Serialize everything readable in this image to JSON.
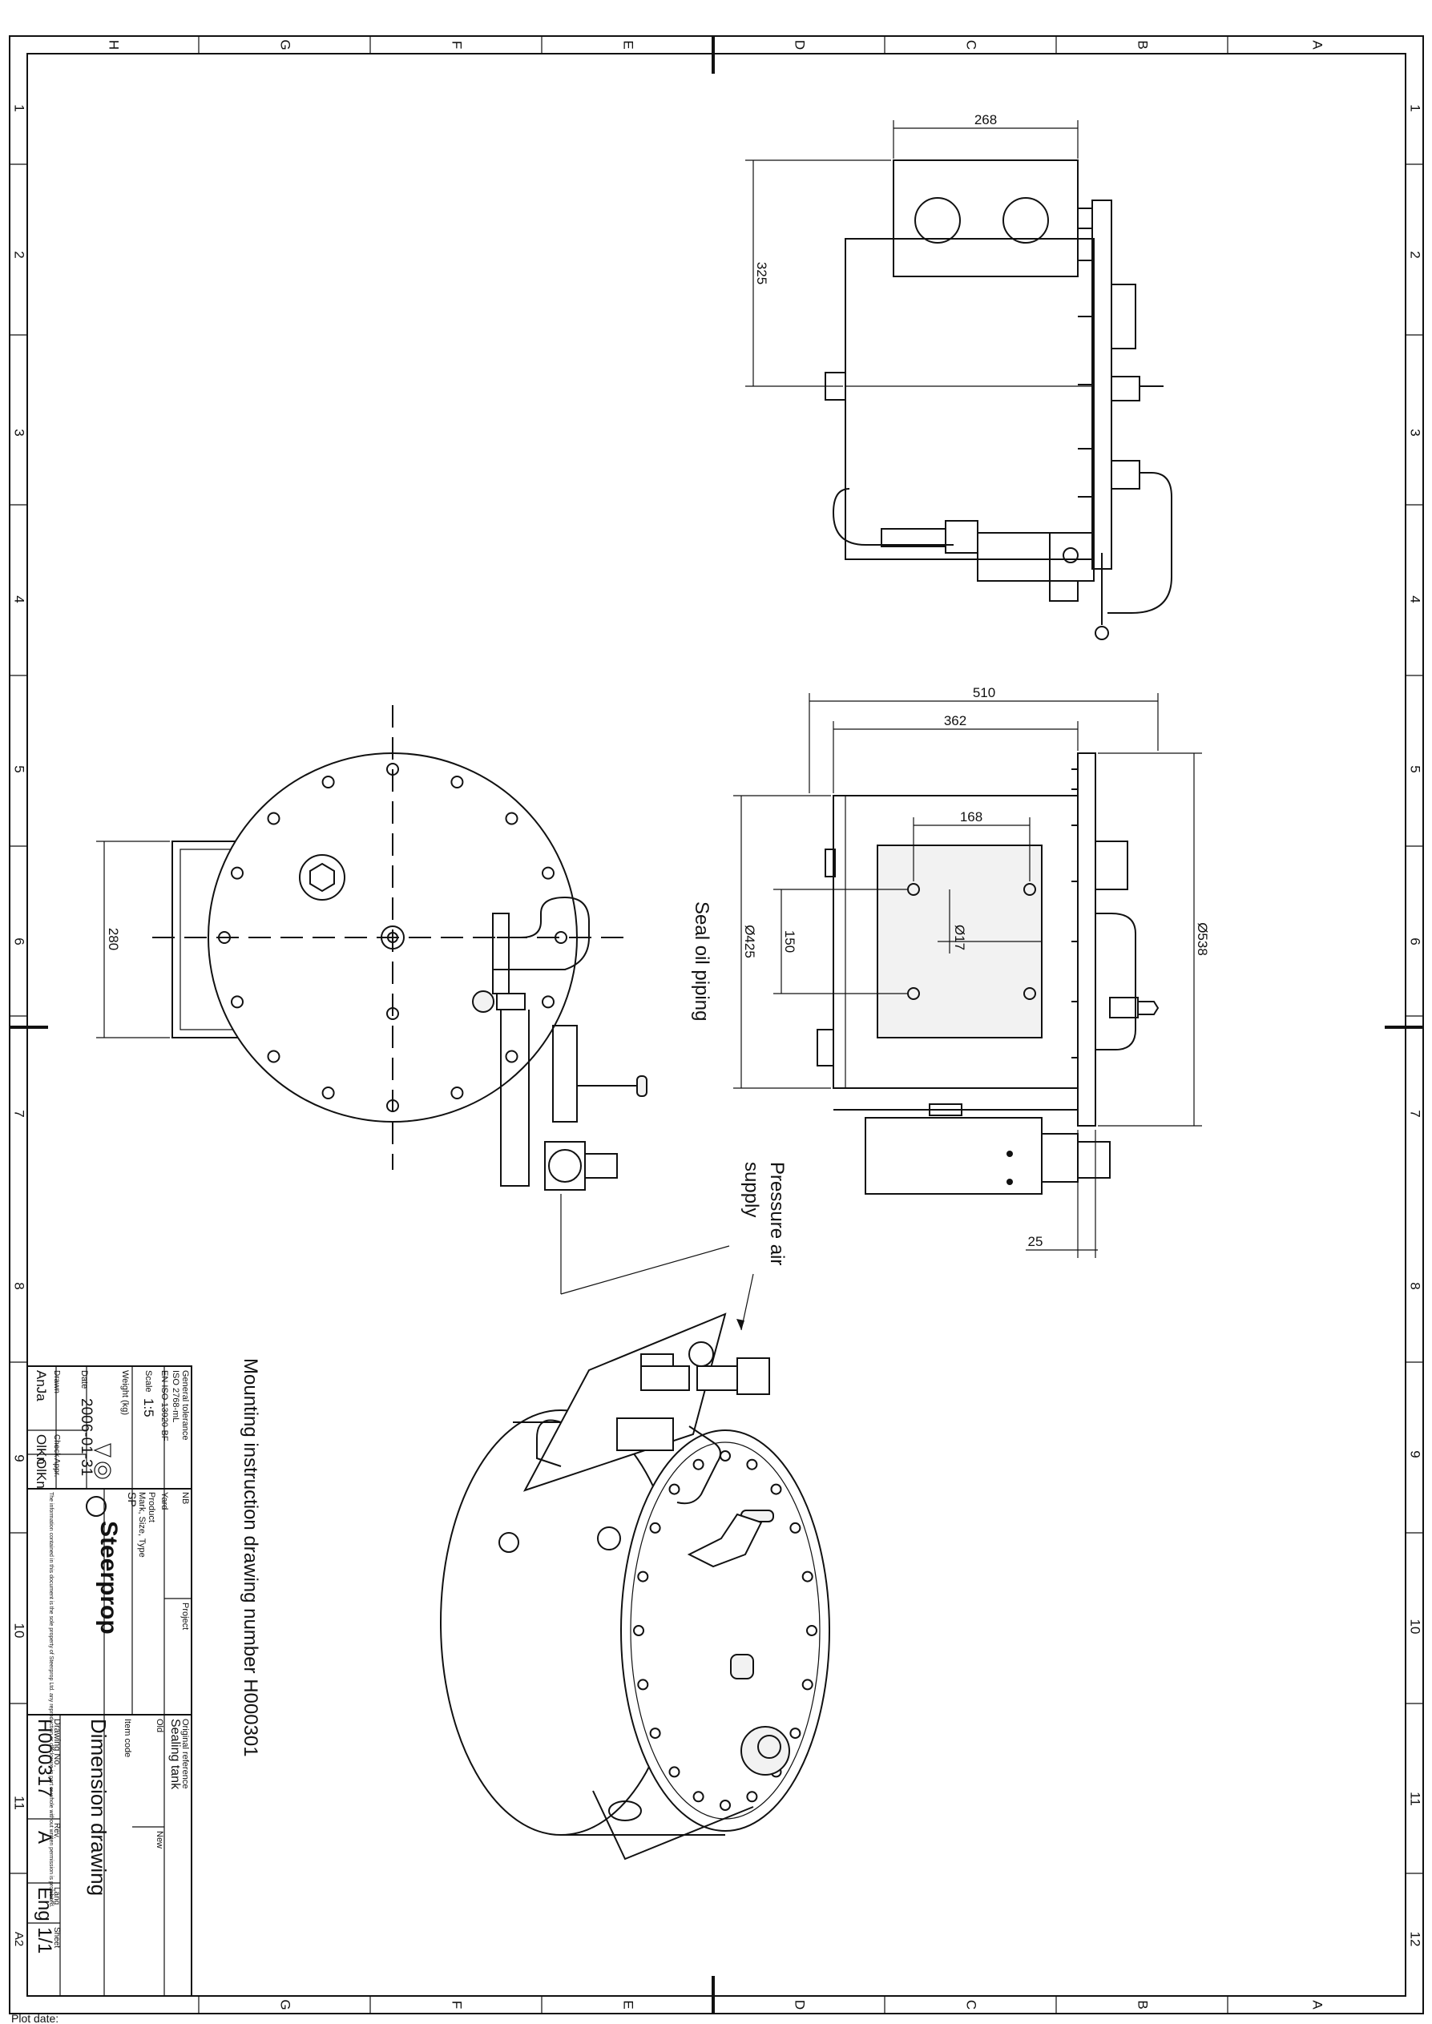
{
  "frame": {
    "cols": [
      "H",
      "G",
      "F",
      "E",
      "D",
      "C",
      "B",
      "A"
    ],
    "rows": [
      "1",
      "2",
      "3",
      "4",
      "5",
      "6",
      "7",
      "8",
      "9",
      "10",
      "11",
      "12"
    ],
    "sheet_size": "A2",
    "plot_date_label": "Plot date:"
  },
  "views": {
    "top_width": "268",
    "top_height": "325",
    "side_overall": "510",
    "side_body": "362",
    "side_hole_spacing": "168",
    "side_hole_dia": "Ø17",
    "side_vertical_spacing": "150",
    "side_tank_dia": "Ø425",
    "side_flange_dia": "Ø538",
    "side_bottom": "25",
    "front_height": "280"
  },
  "labels": {
    "seal_oil": "Seal oil piping",
    "air_1": "Pressure air",
    "air_2": "supply",
    "mounting": "Mounting instruction drawing number H000301"
  },
  "title_block": {
    "general_tolerance": "General tolerance",
    "iso_2768": "ISO 2768-mL",
    "iso_13920": "EN ISO 13920-BF",
    "scale_label": "Scale",
    "scale": "1:5",
    "weight_label": "Weight (kg)",
    "date_label": "Date",
    "date": "2006-01-31",
    "drawn_label": "Drawn",
    "check_label": "Check",
    "appr_label": "Appr.",
    "drawn": "AnJa",
    "check": "OlKn",
    "appr": "OlKn",
    "nb_label": "NB",
    "project_label": "Project",
    "yard_label": "Yard",
    "product_label": "Product",
    "mark_label": "Mark, Size, Type",
    "mark": "SP",
    "company": "Steerprop",
    "notice": "The information contained in this document is the sole property of Steerprop Ltd. any reproduction or disclosure in part or whole without written permission is prohibited.",
    "orig_ref_label": "Original reference",
    "orig_ref": "Sealing tank",
    "old_label": "Old",
    "new_label": "New",
    "item_code_label": "Item code",
    "title": "Dimension drawing",
    "drawing_no_label": "Drawing No.",
    "drawing_no": "H000317",
    "rev_label": "Rev.",
    "rev": "A",
    "lang_label": "Lang",
    "lang": "Eng",
    "sheet_label": "Sheet",
    "sheet": "1/1"
  }
}
